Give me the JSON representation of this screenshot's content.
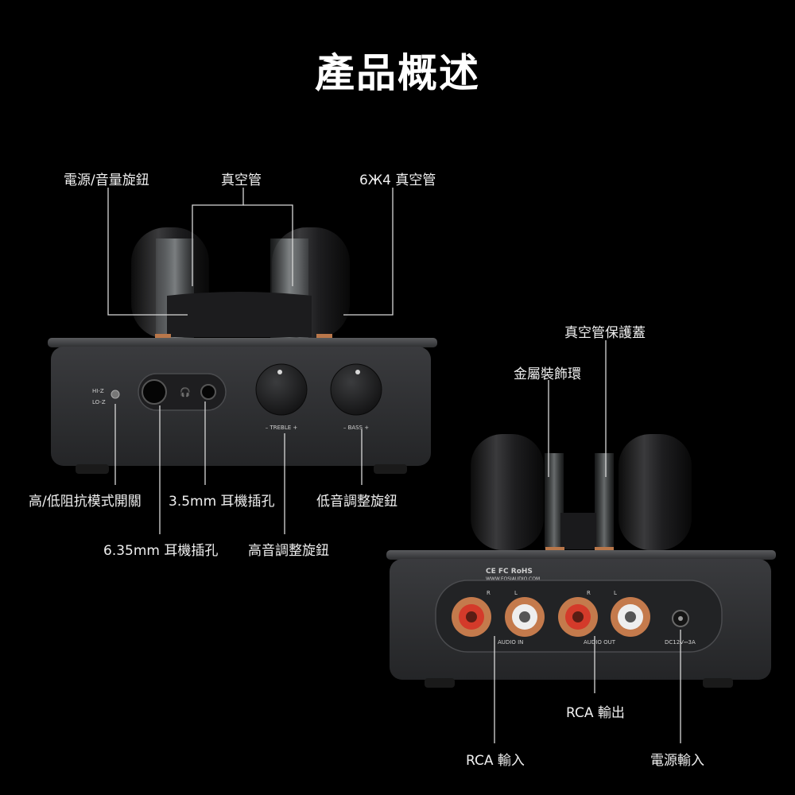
{
  "title": "產品概述",
  "front_labels": {
    "power_volume_knob": "電源/音量旋鈕",
    "tube": "真空管",
    "tube_6j4": "6Ж4 真空管",
    "impedance_switch": "高/低阻抗模式開關",
    "jack_35": "3.5mm 耳機插孔",
    "bass_knob": "低音調整旋鈕",
    "jack_635": "6.35mm 耳機插孔",
    "treble_knob": "高音調整旋鈕"
  },
  "back_labels": {
    "tube_cover": "真空管保護蓋",
    "metal_ring": "金屬裝飾環",
    "rca_out": "RCA 輸出",
    "rca_in": "RCA 輸入",
    "power_in": "電源輸入"
  },
  "panel_text": {
    "hi_z": "HI-Z",
    "lo_z": "LO-Z",
    "treble": "– TREBLE +",
    "bass": "– BASS +",
    "cert": "CE FC RoHS",
    "website": "WWW.FOSIAUDIO.COM",
    "r": "R",
    "l": "L",
    "audio_in": "AUDIO IN",
    "audio_out": "AUDIO OUT",
    "dc": "DC12V⎓3A"
  }
}
